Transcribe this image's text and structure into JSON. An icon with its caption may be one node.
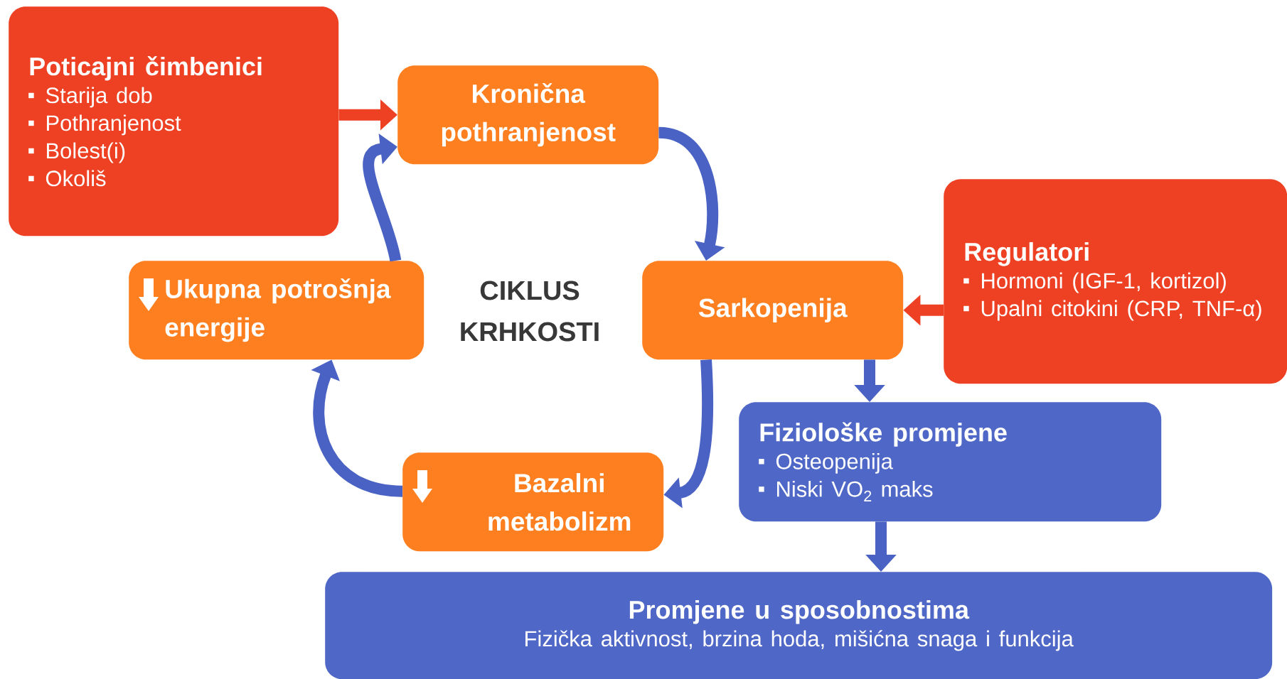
{
  "diagram": {
    "nodes": [
      {
        "text": [
          "Poticajni čimbenici",
          "Starija dob",
          "Pothranjenost",
          "Bolest(i)",
          "Okoliš"
        ]
      },
      {
        "text": [
          "Kronična pothranjenost"
        ]
      },
      {
        "text": [
          "Regulatori",
          "Hormoni (IGF-1, kortizol)",
          "Upalni citokini (CRP, TNF-α)"
        ]
      },
      {
        "text": [
          "Ukupna potrošnja energije"
        ]
      },
      {
        "text": [
          "Sarkopenija"
        ]
      },
      {
        "text": [
          "Bazalni metabolizm"
        ]
      },
      {
        "text": [
          "Fiziološke promjene",
          "Osteopenija",
          "Niski VO$_{2}$ maks"
        ]
      },
      {
        "text": [
          "Promjene u sposobnostima",
          "Fizička aktivnost, brzina hoda, mišićna snaga i funkcija"
        ]
      }
    ],
    "edges": [
      {
        "from": 0,
        "to": 1,
        "arrow": "to",
        "color": "#ee4123"
      },
      {
        "from": 2,
        "to": 4,
        "arrow": "to",
        "color": "#ee4123"
      },
      {
        "from": 1,
        "to": 4,
        "arrow": "to",
        "color": "#4a62c4"
      },
      {
        "from": 4,
        "to": 5,
        "arrow": "to",
        "color": "#4a62c4"
      },
      {
        "from": 5,
        "to": 3,
        "arrow": "to",
        "color": "#4a62c4"
      },
      {
        "from": 3,
        "to": 1,
        "arrow": "to",
        "color": "#4a62c4"
      },
      {
        "from": 4,
        "to": 6,
        "arrow": "to",
        "color": "#4a62c4"
      },
      {
        "from": 6,
        "to": 7,
        "arrow": "to",
        "color": "#4a62c4"
      }
    ],
    "labels": [
      "CIKLUS KRHKOSTI"
    ]
  }
}
